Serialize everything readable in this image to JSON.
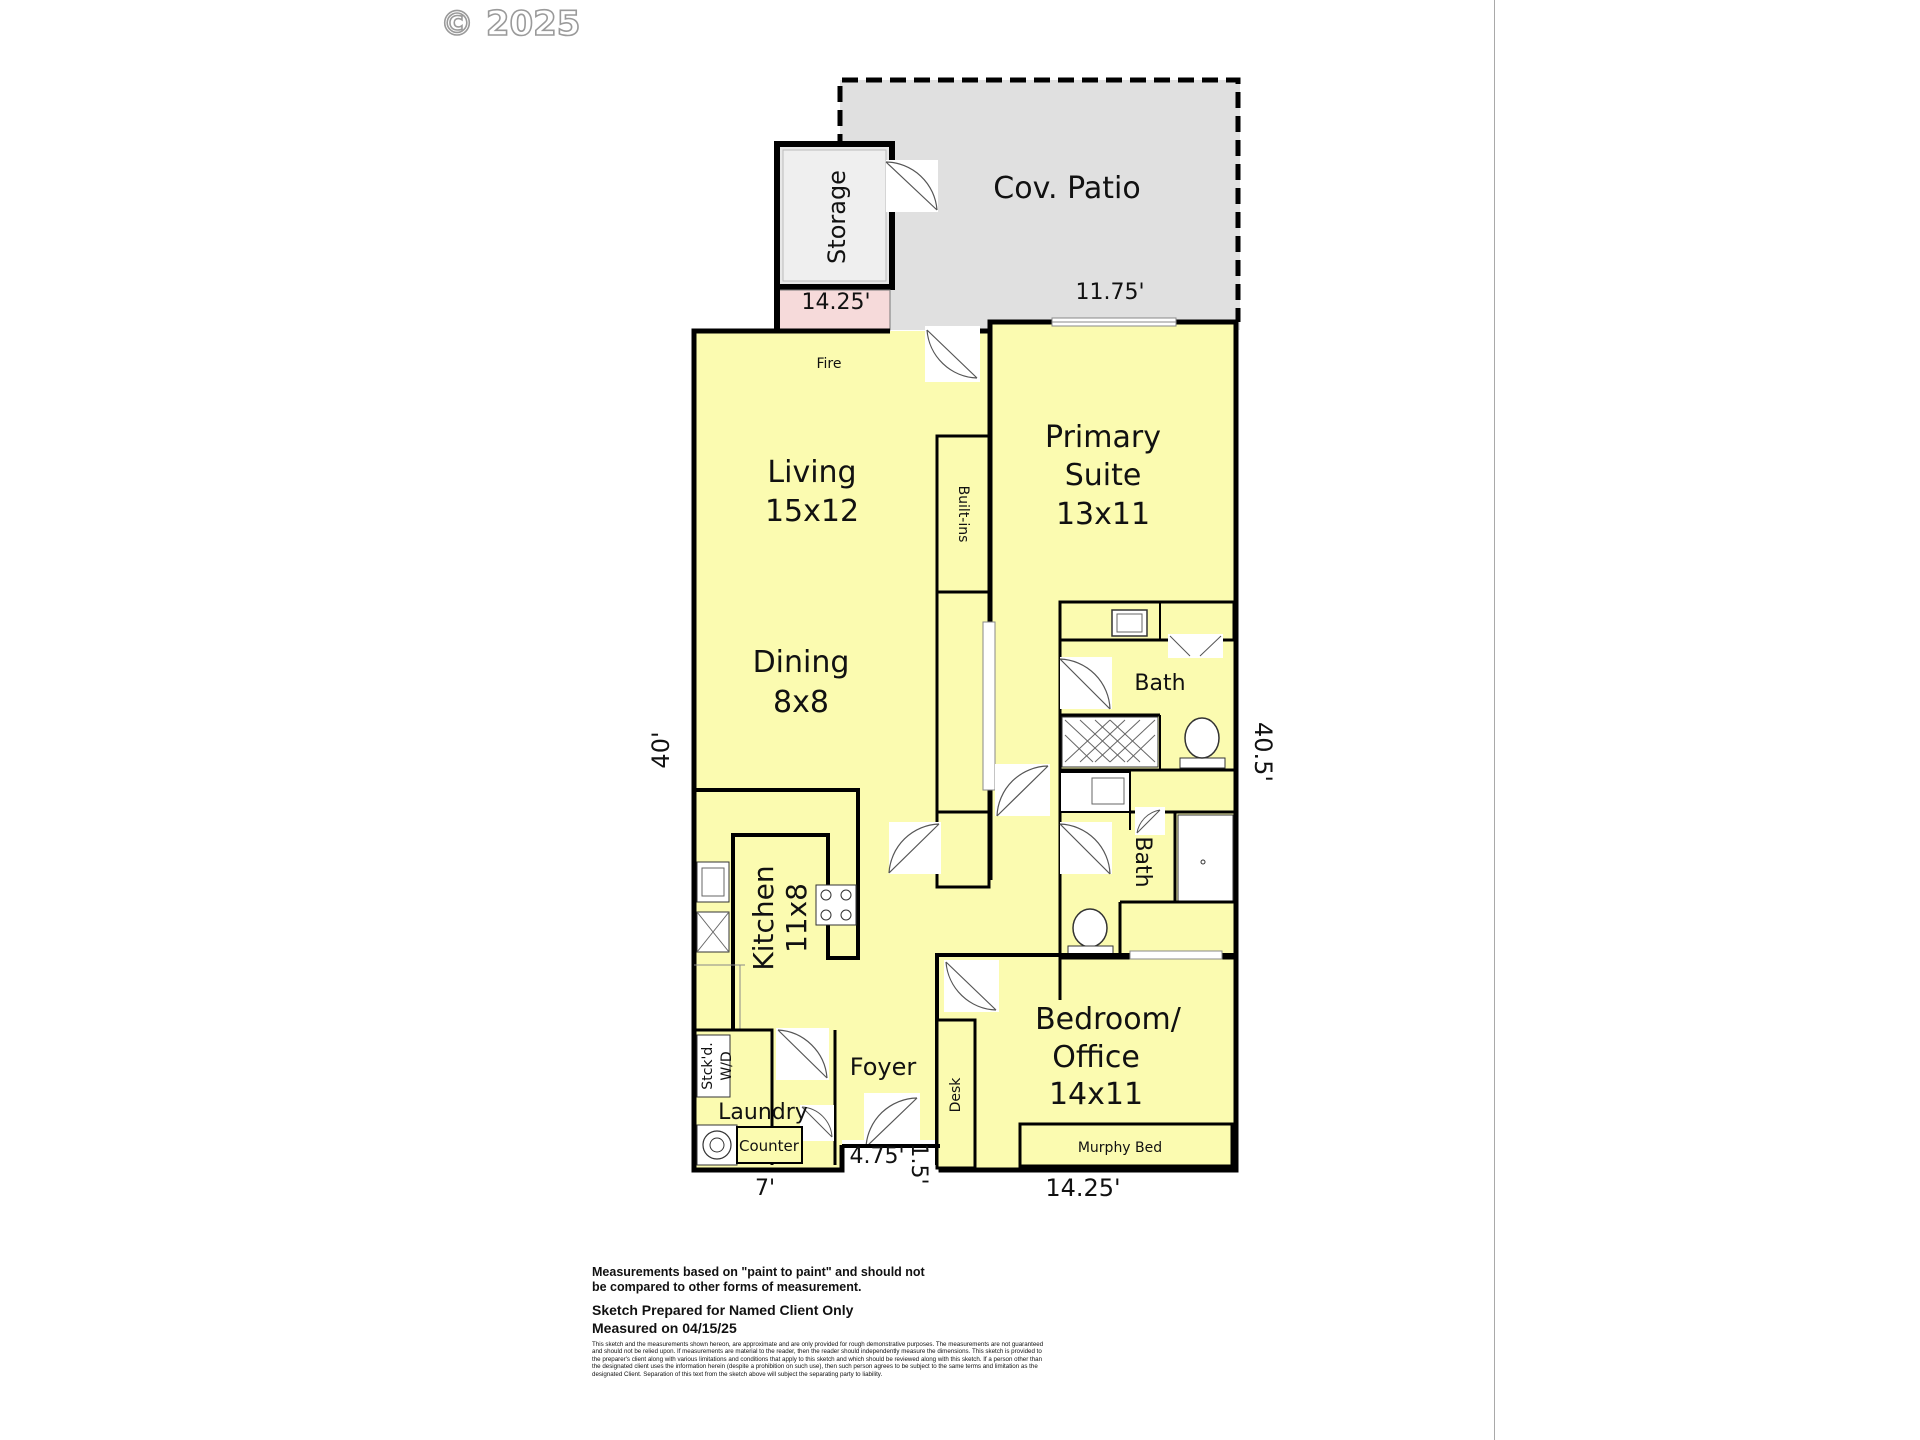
{
  "watermark": "© 2025",
  "rooms": {
    "patio": "Cov. Patio",
    "storage": "Storage",
    "fire": "Fire",
    "living_name": "Living",
    "living_size": "15x12",
    "dining_name": "Dining",
    "dining_size": "8x8",
    "builtins": "Built-ins",
    "primary_l1": "Primary",
    "primary_l2": "Suite",
    "primary_size": "13x11",
    "bath1": "Bath",
    "bath2": "Bath",
    "kitchen_name": "Kitchen",
    "kitchen_size": "11x8",
    "stacked_l1": "Stck'd.",
    "stacked_l2": "W/D",
    "laundry": "Laundry",
    "counter": "Counter",
    "foyer": "Foyer",
    "desk": "Desk",
    "bedroom_l1": "Bedroom/",
    "bedroom_l2": "Office",
    "bedroom_size": "14x11",
    "murphy": "Murphy Bed"
  },
  "dimensions": {
    "patio_top": "14.25'",
    "patio_right": "11.75'",
    "left": "40'",
    "right": "40.5'",
    "bottom_left": "7'",
    "bottom_mid": "4.75'",
    "bottom_small": "1.5'",
    "bottom_right": "14.25'"
  },
  "notes": {
    "line1": "Measurements based on \"paint to paint\" and should not",
    "line2": "be compared to other forms of measurement.",
    "line3": "Sketch Prepared for Named Client Only",
    "line4": "Measured on 04/15/25",
    "fine_print": "This sketch and the measurements shown hereon, are approximate and are only provided for rough demonstrative purposes. The measurements are not guaranteed and should not be relied upon. If measurements are material to the reader, then the reader should independently measure the dimensions. This sketch is provided to the preparer's client along with various limitations and conditions that apply to this sketch and which should be reviewed along with this sketch. If a person other than the designated client uses the information herein (despite a prohibition on such use), then such person agrees to be subject to the same terms and limitation as the designated Client. Separation of this text from the sketch above will subject the separating party to liability."
  },
  "colors": {
    "floor": "#fbfbb0",
    "patio": "#e0e0e0",
    "fireplace": "#f6dada",
    "wall": "#000000"
  }
}
